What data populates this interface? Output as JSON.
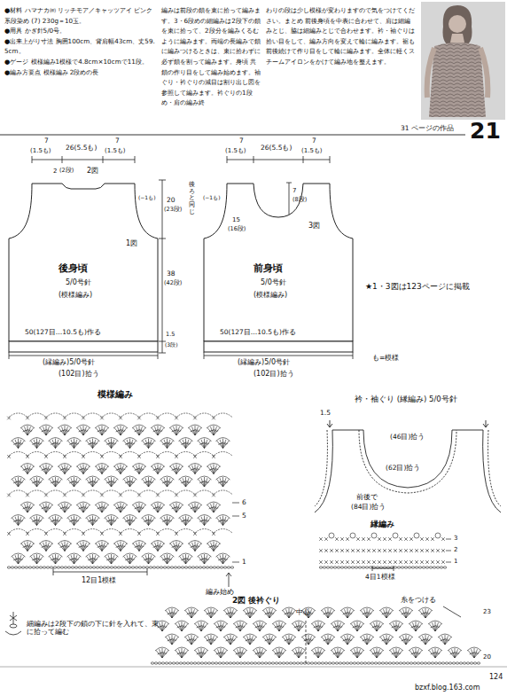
{
  "diagram": {
    "nodes": [
      {
        "text": [
          "1図",
          "後身頃",
          "5/0号針",
          "(模様編み)"
        ]
      },
      {
        "text": [
          "3図",
          "前身頃",
          "5/0号針",
          "(模様編み)"
        ]
      }
    ],
    "labels": [
      "●材料 ハマナカ㈱ リッチモア／キャッツアイ ピンク系段染め (7) 230g＝10玉。",
      "●用具 かぎ針5/0号。",
      "●出来上がり寸法 胸囲100cm、背肩幅43cm、丈59.5cm。",
      "●ゲージ 模様編み1模様で4.8cm×10cmで11段。",
      "●編み方要点 模様編み 2段めの長",
      "編みは前段の鎖を束に拾って編みます。3・6段めの細編みは2段下の鎖を束に拾って、2段分を編みくるむように編みます。両端の長編みで鎖に編みつけるときは、束に拾わずに必ず鎖を割って編みます。身頃 共鎖の作り目をして編み始めます。袖ぐり・衿ぐりの減目は割り出し図を参照して編みます。衿ぐりの1段め・肩の編み終",
      "わりの段は少し模様が変わりますので気をつけてください。まとめ 前後身頃を中表に合わせて、肩は細編みとじ、脇は細編みとじで合わせます。衿・袖ぐりは拾い目をして、編み方向を変えて輪に編みます。裾も前後続けて作り目をして輪に編みます。全体に軽くスチームアイロンをかけて編み地を整えます。",
      "31 ページの作品",
      "21",
      "7",
      "(1.5も)",
      "26(5.5も)",
      "7",
      "(1.5も)",
      "2",
      "(2段)",
      "2図",
      "20",
      "(23段)",
      "(−1も)",
      "38",
      "(42段)",
      "1.5",
      "(3段)",
      "(縁編み)5/0号針",
      "(102目)拾う",
      "7",
      "(1.5も)",
      "26(5.5も)",
      "7",
      "(1.5も)",
      "後ろと同じ",
      "7",
      "(8段)",
      "15",
      "(16段)",
      "(−1も)",
      "50(127目…10.5も)作る",
      "50(127目…10.5も)作る",
      "(縁編み)5/0号針",
      "(102目)拾う",
      "★1・3図は123ページに掲載",
      "も=模様",
      "模様編み",
      "6",
      "5",
      "1",
      "12目1模様",
      "編み始め",
      "細編みは2段下の鎖の下に針を入れて、束に拾って編む",
      "衿・袖ぐり (縁編み) 5/0号針",
      "1.5",
      "(46目)拾う",
      "(62目)拾う",
      "前後で",
      "(84目)拾う",
      "縁編み",
      "3",
      "2",
      "1",
      "4目1模様",
      "2図 後衿ぐり",
      "中心",
      "糸をつける",
      "23",
      "20",
      "124",
      "bzxf.blog.163.com"
    ]
  }
}
